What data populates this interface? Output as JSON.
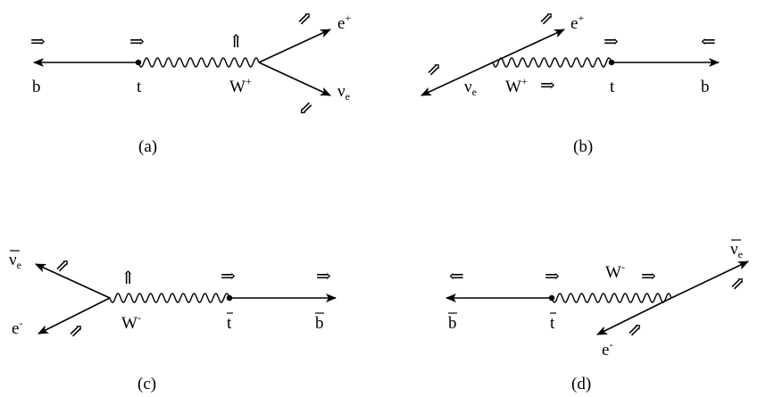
{
  "captions": {
    "a": "(a)",
    "b": "(b)",
    "c": "(c)",
    "d": "(d)"
  },
  "labels": {
    "b_quark": "b",
    "t_quark": "t",
    "b_bar": "b",
    "t_bar": "t",
    "w": "W",
    "e": "e",
    "nu": "ν",
    "nu_sub": "e",
    "plus": "+",
    "minus": "-"
  },
  "helicity": {
    "right": "⇒",
    "left": "⇐",
    "up": "⇑",
    "up_right": "⇗",
    "down_left": "⇙"
  },
  "bar_glyph": "‾"
}
